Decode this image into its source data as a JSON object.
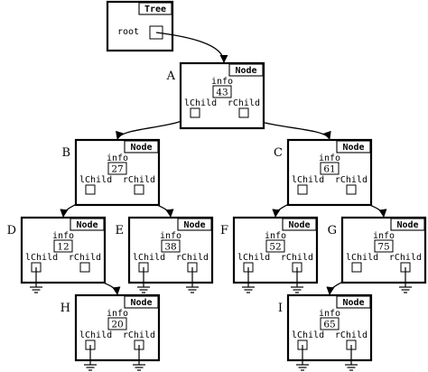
{
  "tree": {
    "title": "Tree",
    "root_label": "root"
  },
  "node_labels": {
    "title": "Node",
    "info": "info",
    "left": "lChild",
    "right": "rChild"
  },
  "nodes": {
    "A": {
      "letter": "A",
      "value": "43"
    },
    "B": {
      "letter": "B",
      "value": "27"
    },
    "C": {
      "letter": "C",
      "value": "61"
    },
    "D": {
      "letter": "D",
      "value": "12"
    },
    "E": {
      "letter": "E",
      "value": "38"
    },
    "F": {
      "letter": "F",
      "value": "52"
    },
    "G": {
      "letter": "G",
      "value": "75"
    },
    "H": {
      "letter": "H",
      "value": "20"
    },
    "I": {
      "letter": "I",
      "value": "65"
    }
  },
  "edges": [
    {
      "from": "A",
      "side": "left",
      "to": "B"
    },
    {
      "from": "A",
      "side": "right",
      "to": "C"
    },
    {
      "from": "B",
      "side": "left",
      "to": "D"
    },
    {
      "from": "B",
      "side": "right",
      "to": "E"
    },
    {
      "from": "C",
      "side": "left",
      "to": "F"
    },
    {
      "from": "C",
      "side": "right",
      "to": "G"
    },
    {
      "from": "D",
      "side": "right",
      "to": "H"
    },
    {
      "from": "G",
      "side": "left",
      "to": "I"
    }
  ],
  "null_pointers": [
    {
      "node": "D",
      "side": "left"
    },
    {
      "node": "E",
      "side": "left"
    },
    {
      "node": "E",
      "side": "right"
    },
    {
      "node": "F",
      "side": "left"
    },
    {
      "node": "F",
      "side": "right"
    },
    {
      "node": "G",
      "side": "right"
    },
    {
      "node": "H",
      "side": "left"
    },
    {
      "node": "H",
      "side": "right"
    },
    {
      "node": "I",
      "side": "left"
    },
    {
      "node": "I",
      "side": "right"
    }
  ]
}
